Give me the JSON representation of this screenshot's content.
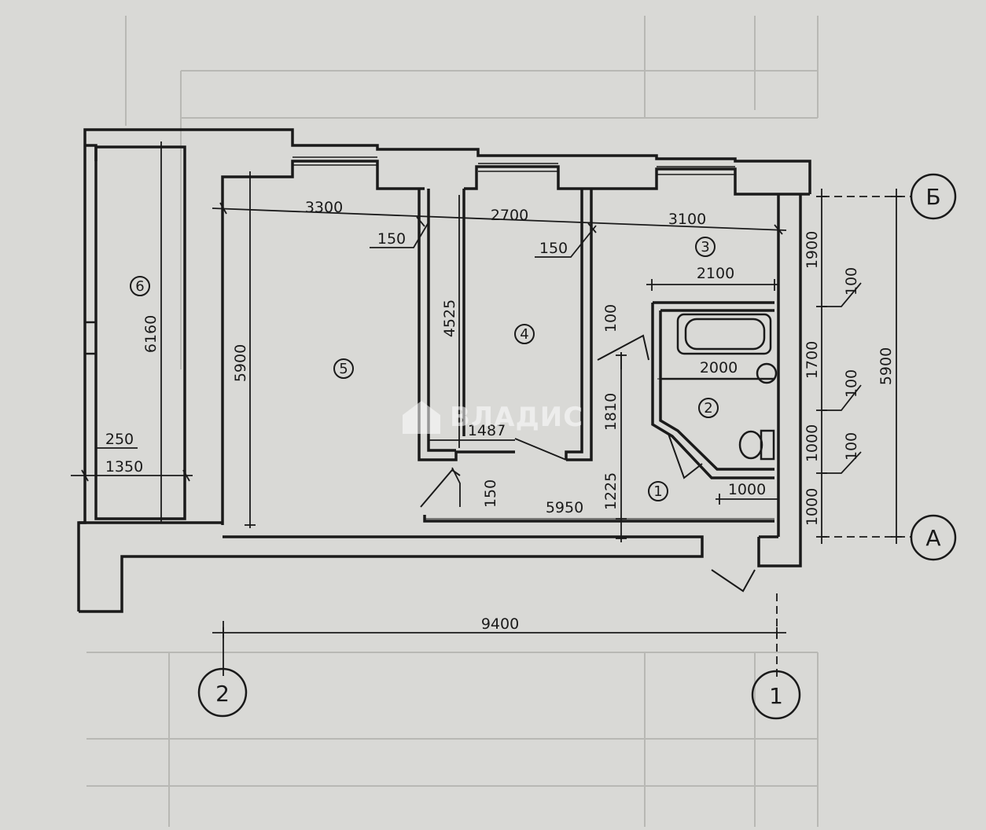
{
  "watermark": {
    "text": "ВЛАДИС"
  },
  "axes": {
    "top_right": "Б",
    "bottom_right": "А",
    "left_bottom": "2",
    "right_bottom": "1"
  },
  "rooms": {
    "r1": "1",
    "r2": "2",
    "r3": "3",
    "r4": "4",
    "r5": "5",
    "r6": "6"
  },
  "dimensions": {
    "d3300": "3300",
    "d2700": "2700",
    "d3100": "3100",
    "d150a": "150",
    "d150b": "150",
    "d150c": "150",
    "d2100": "2100",
    "d2000": "2000",
    "d1000a": "1000",
    "d5900_left": "5900",
    "d4525": "4525",
    "d100_mid": "100",
    "d1810": "1810",
    "d1225": "1225",
    "d1487": "1487",
    "d5950": "5950",
    "d6160": "6160",
    "d250": "250",
    "d1350": "1350",
    "d9400": "9400",
    "d1900": "1900",
    "d1700": "1700",
    "d1000b": "1000",
    "d1000c": "1000",
    "d100a": "100",
    "d100b": "100",
    "d100c": "100",
    "d5900_right": "5900"
  },
  "colors": {
    "background": "#d9d9d6",
    "ink": "#1a1a1a",
    "watermark": "#ffffff"
  }
}
